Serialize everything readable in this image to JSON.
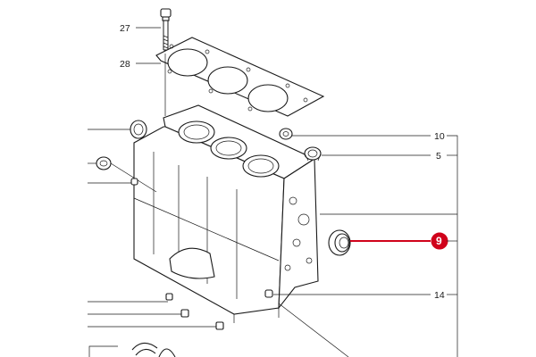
{
  "callouts": {
    "c27": "27",
    "c28": "28",
    "c10": "10",
    "c5": "5",
    "c9": "9",
    "c14": "14"
  },
  "colors": {
    "highlight": "#d0021b",
    "ink": "#1a1a1a"
  }
}
